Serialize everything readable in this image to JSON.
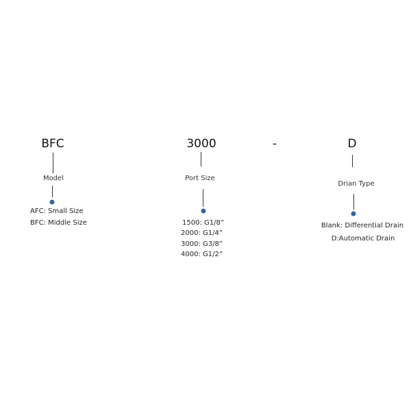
{
  "segments": [
    {
      "code": "BFC",
      "label": "Model",
      "options": [
        "AFC: Small Size",
        "BFC: Middle Size"
      ]
    },
    {
      "code": "3000",
      "label": "Port Size",
      "options": [
        "1500: G1/8”",
        "2000: G1/4”",
        "3000: G3/8”",
        "4000: G1/2”"
      ]
    },
    {
      "code": "-"
    },
    {
      "code": "D",
      "label": "Drian Type",
      "options": [
        "Blank: Differential Drain",
        "D:Automatic Drain"
      ]
    }
  ],
  "colors": {
    "dot": "#2f64a8",
    "line": "#333333",
    "text": "#111111"
  }
}
